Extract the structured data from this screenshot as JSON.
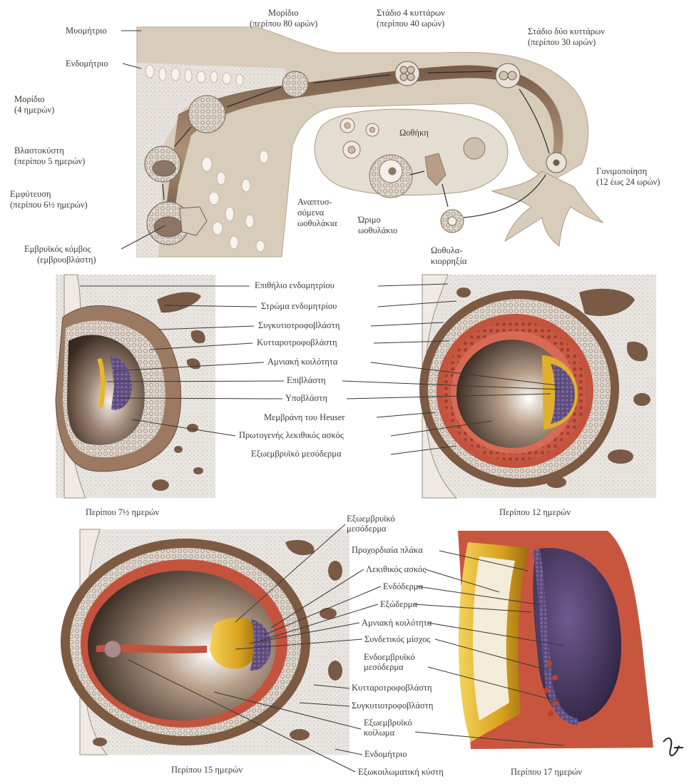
{
  "top": {
    "labels": {
      "myometrium": "Μυομήτριο",
      "endometrium": "Ενδομήτριο",
      "morula4": [
        "Μορίδιο",
        "(4 ημερών)"
      ],
      "blastocyst": [
        "Βλαστοκύστη",
        "(περίπου 5 ημερών)"
      ],
      "implantation": [
        "Εμφύτευση",
        "(περίπου 6½ ημερών)"
      ],
      "inner_cell_mass": [
        "Εμβρυϊκός κόμβος",
        "(εμβρυοβλάστη)"
      ],
      "morula80": [
        "Μορίδιο",
        "(περίπου 80 ωρών)"
      ],
      "four_cell": [
        "Στάδιο 4 κυττάρων",
        "(περίπου 40 ωρών)"
      ],
      "two_cell": [
        "Στάδιο δύο κυττάρων",
        "(περίπου 30 ωρών)"
      ],
      "ovary": "Ωοθήκη",
      "fertilization": [
        "Γονιμοποίηση",
        "(12 έως 24 ωρών)"
      ],
      "developing_follicles": [
        "Αναπτυσ-",
        "σόμενα",
        "ωοθυλάκια"
      ],
      "mature_follicle": [
        "Ώριμο",
        "ωοθυλάκιο"
      ],
      "oocyte": [
        "Ωοθυλα-",
        "κιορρηξία"
      ]
    }
  },
  "middle": {
    "labels": [
      "Επιθήλιο ενδομητρίου",
      "Στρώμα ενδομητρίου",
      "Συγκυτιοτροφοβλάστη",
      "Κυτταροτροφοβλάστη",
      "Αμνιακή κοιλότητα",
      "Επιβλάστη",
      "Υποβλάστη",
      "Μεμβράνη του Heuser",
      "Πρωτογενής λεκιθικός ασκός",
      "Εξωεμβρυϊκό μεσόδερμα"
    ],
    "caption_left": "Περίπου 7½ ημερών",
    "caption_right": "Περίπου 12 ημερών"
  },
  "bottom": {
    "labels": {
      "extraemb_meso": [
        "Εξωεμβρυϊκό",
        "μεσόδερμα"
      ],
      "prechordal": "Προχορδιαία πλάκα",
      "yolk_sac": "Λεκιθικός ασκός",
      "endoderm": "Ενδόδερμα",
      "ectoderm": "Εξώδερμα",
      "amniotic": "Αμνιακή κοιλότητα",
      "stalk": "Συνδετικός μίσχος",
      "intraemb_meso": [
        "Ενδοεμβρυϊκό",
        "μεσόδερμα"
      ],
      "cytotroph": "Κυτταροτροφοβλάστη",
      "syncytio": "Συγκυτιοτροφοβλάστη",
      "coelom": [
        "Εξωεμβρυϊκό",
        "κοίλωμα"
      ],
      "endometrium": "Ενδομήτριο",
      "exocoelomic": "Εξωκοιλωματική κύστη"
    },
    "caption_left": "Περίπου 15 ημερών",
    "caption_right": "Περίπου 17 ημερών"
  },
  "colors": {
    "myometrium": "#d9cbb8",
    "lumen": "#8a6b52",
    "tissue": "#e6e1dc",
    "trophoblast": "#7d5a42",
    "mesoderm_red": "#c0553f",
    "amnion_yellow": "#e4b730",
    "epiblast_purple": "#5c4a7a",
    "cavity_dark": "#3b2a20"
  }
}
